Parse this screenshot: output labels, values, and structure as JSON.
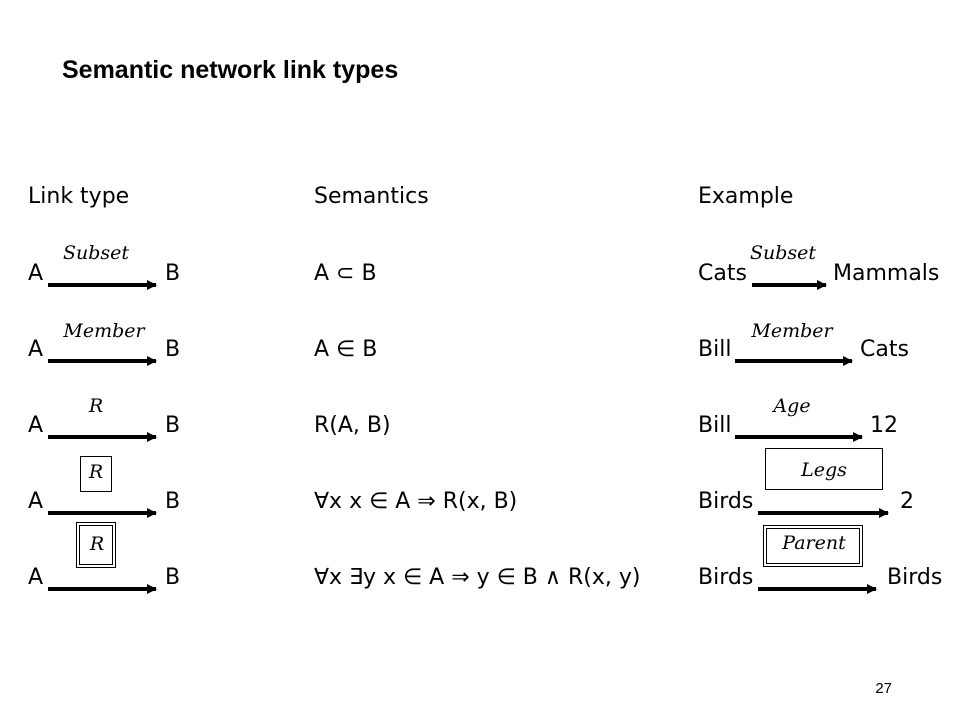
{
  "title": "Semantic network link types",
  "headers": {
    "link_type": "Link type",
    "semantics": "Semantics",
    "example": "Example"
  },
  "rows": [
    {
      "a": "A",
      "b": "B",
      "label": "Subset",
      "label_box": "none",
      "semantics": "A ⊂ B",
      "ex_from": "Cats",
      "ex_to": "Mammals",
      "ex_label": "Subset",
      "ex_box": "none"
    },
    {
      "a": "A",
      "b": "B",
      "label": "Member",
      "label_box": "none",
      "semantics": "A ∈ B",
      "ex_from": "Bill",
      "ex_to": "Cats",
      "ex_label": "Member",
      "ex_box": "none"
    },
    {
      "a": "A",
      "b": "B",
      "label": "R",
      "label_box": "none",
      "semantics": "R(A, B)",
      "ex_from": "Bill",
      "ex_to": "12",
      "ex_label": "Age",
      "ex_box": "none"
    },
    {
      "a": "A",
      "b": "B",
      "label": "R",
      "label_box": "single",
      "semantics": "∀x    x ∈ A ⇒ R(x, B)",
      "ex_from": "Birds",
      "ex_to": "2",
      "ex_label": "Legs",
      "ex_box": "single"
    },
    {
      "a": "A",
      "b": "B",
      "label": "R",
      "label_box": "double",
      "semantics": "∀x ∃y x ∈ A ⇒ y ∈ B ∧ R(x, y)",
      "ex_from": "Birds",
      "ex_to": "Birds",
      "ex_label": "Parent",
      "ex_box": "double"
    }
  ],
  "page_number": "27"
}
